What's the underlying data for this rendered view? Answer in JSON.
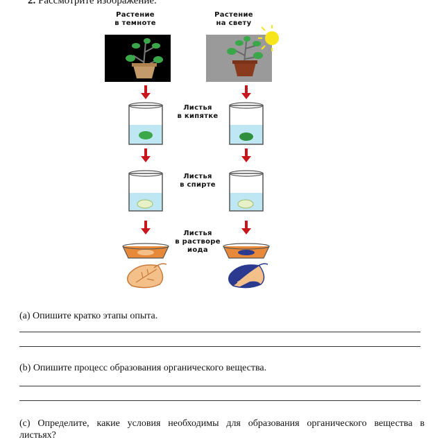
{
  "header": {
    "number": "2.",
    "text": "Рассмотрите изображение."
  },
  "diagram": {
    "plant_dark_line1": "Растение",
    "plant_dark_line2": "в темноте",
    "plant_light_line1": "Растение",
    "plant_light_line2": "на свету",
    "step1_line1": "Листья",
    "step1_line2": "в кипятке",
    "step2_line1": "Листья",
    "step2_line2": "в спирте",
    "step3_line1": "Листья",
    "step3_line2": "в растворе",
    "step3_line3": "иода",
    "colors": {
      "arrow": "#c8161d",
      "dark_box": "#000000",
      "light_box": "#9a9a9a",
      "sun": "#f7e61c",
      "leaf_green": "#3aa84a",
      "water": "#bfe6f3",
      "iodine": "#e8893a",
      "starch_blue": "#2b3a8f"
    }
  },
  "questions": {
    "a": "(a) Опишите кратко этапы опыта.",
    "b": "(b) Опишите процесс образования органического вещества.",
    "c_line1": "(c) Определите, какие условия необходимы для образования органического вещества в",
    "c_line2": "листьях?"
  }
}
